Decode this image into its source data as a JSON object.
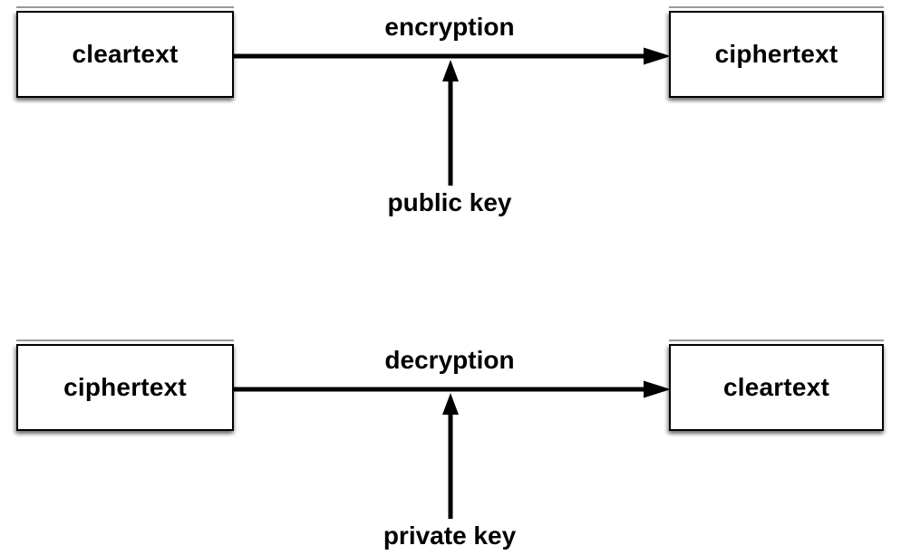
{
  "diagram": {
    "type": "flow-diagram",
    "colors": {
      "background": "#ffffff",
      "box_fill": "#ffffff",
      "box_border": "#000000",
      "arrow": "#000000",
      "text": "#000000",
      "shadow": "rgba(0,0,0,0.38)"
    },
    "flows": [
      {
        "source": "cleartext",
        "operation": "encryption",
        "key_label": "public key",
        "target": "ciphertext"
      },
      {
        "source": "ciphertext",
        "operation": "decryption",
        "key_label": "private key",
        "target": "cleartext"
      }
    ]
  }
}
